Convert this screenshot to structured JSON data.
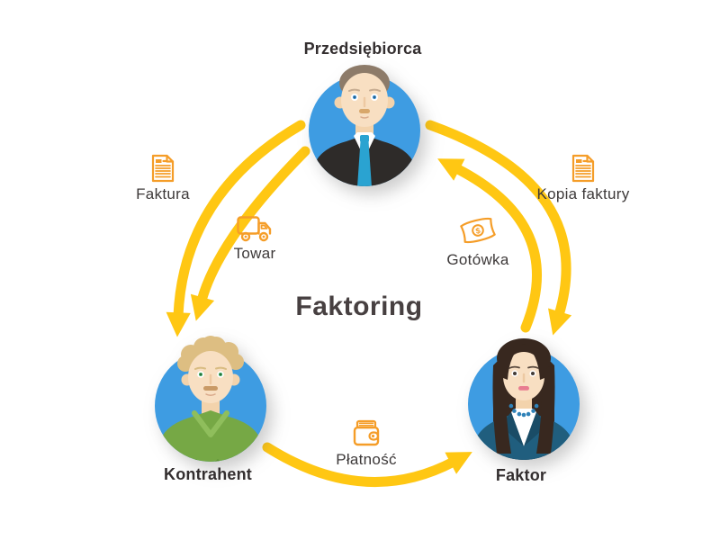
{
  "title": "Faktoring",
  "actors": {
    "entrepreneur": {
      "label": "Przedsiębiorca"
    },
    "contractor": {
      "label": "Kontrahent"
    },
    "factor": {
      "label": "Faktor"
    }
  },
  "flows": {
    "invoice": {
      "label": "Faktura",
      "icon": "invoice-document-icon",
      "from": "Przedsiębiorca",
      "to": "Kontrahent"
    },
    "goods": {
      "label": "Towar",
      "icon": "delivery-truck-icon",
      "from": "Przedsiębiorca",
      "to": "Kontrahent"
    },
    "invoice_copy": {
      "label": "Kopia faktury",
      "icon": "invoice-document-icon",
      "from": "Przedsiębiorca",
      "to": "Faktor"
    },
    "cash": {
      "label": "Gotówka",
      "icon": "cash-banknote-icon",
      "icon_symbol": "$",
      "from": "Faktor",
      "to": "Przedsiębiorca"
    },
    "payment": {
      "label": "Płatność",
      "icon": "wallet-icon",
      "from": "Kontrahent",
      "to": "Faktor"
    }
  },
  "colors": {
    "arrow_yellow": "#FFC713",
    "icon_orange": "#F59D28",
    "avatar_background_blue": "#3E9CE2",
    "label_text": "#3D3939",
    "heading_text": "#474041"
  }
}
